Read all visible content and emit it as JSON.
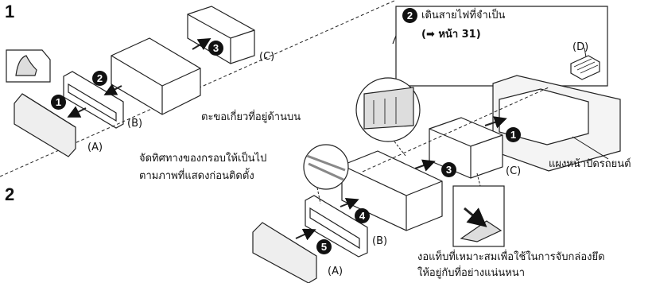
{
  "step1": "1",
  "step2": "2",
  "badges": {
    "b1": "1",
    "b2": "2",
    "b3": "3",
    "d1": "1",
    "d3": "3",
    "d4": "4",
    "d5": "5",
    "callout": "2"
  },
  "labels": {
    "a_top": "(A)",
    "b_top": "(B)",
    "c_top": "(C)",
    "a_bottom": "(A)",
    "b_bottom": "(B)",
    "c_bottom": "(C)",
    "d": "(D)"
  },
  "callout": {
    "line1": "เดินสายไฟที่จำเป็น",
    "line2": "(➡ หน้า 31)"
  },
  "notes": {
    "hook": "ตะขอเกี่ยวที่อยู่ด้านบน",
    "orient1": "จัดทิศทางของกรอบให้เป็นไป",
    "orient2": "ตามภาพที่แสดงก่อนติดตั้ง",
    "dashboard": "แผงหน้าปัดรถยนต์",
    "tab1": "งอแท็บที่เหมาะสมเพื่อใช้ในการจับกล่องยึด",
    "tab2": "ให้อยู่กับที่อย่างแน่นหนา"
  }
}
